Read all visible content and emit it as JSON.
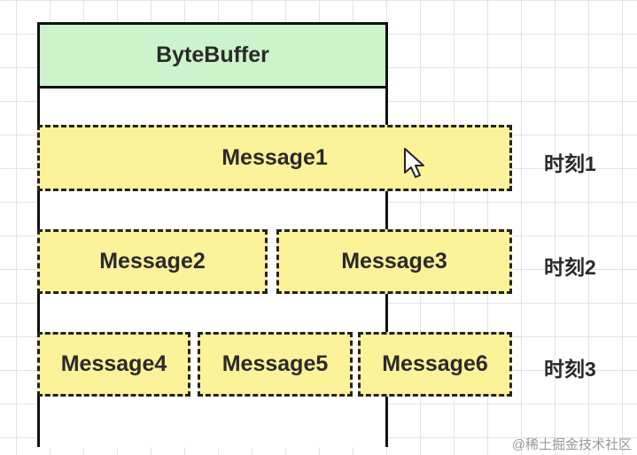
{
  "diagram": {
    "buffer": {
      "label": "ByteBuffer"
    },
    "rows": [
      {
        "time_label": "时刻1",
        "messages": [
          "Message1"
        ]
      },
      {
        "time_label": "时刻2",
        "messages": [
          "Message2",
          "Message3"
        ]
      },
      {
        "time_label": "时刻3",
        "messages": [
          "Message4",
          "Message5",
          "Message6"
        ]
      }
    ],
    "watermark": "@稀土掘金技术社区"
  },
  "colors": {
    "buffer_header": "#cdf3cd",
    "message_fill": "#fbf29a",
    "border": "#111111"
  },
  "icons": {
    "cursor": "mouse-pointer-icon"
  }
}
